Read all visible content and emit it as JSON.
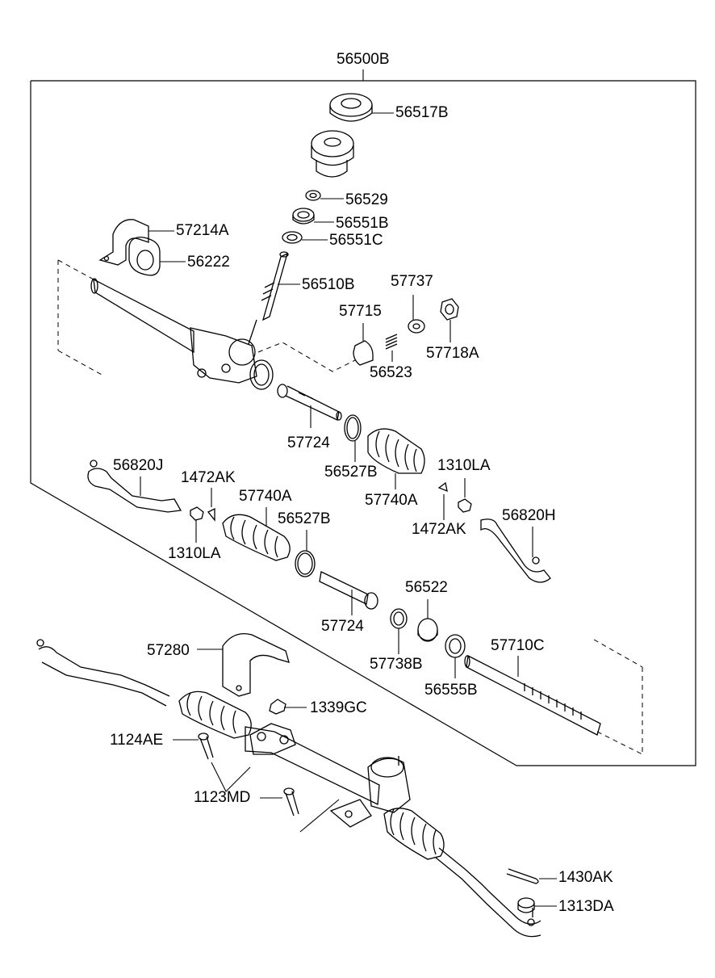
{
  "labels": {
    "assembly": "56500B",
    "p56517B": "56517B",
    "p56529": "56529",
    "p56551B": "56551B",
    "p56551C": "56551C",
    "p57214A": "57214A",
    "p56222": "56222",
    "p56510B": "56510B",
    "p57737": "57737",
    "p57715": "57715",
    "p57718A": "57718A",
    "p56523": "56523",
    "p57724a": "57724",
    "p56527Ba": "56527B",
    "p57740Aa": "57740A",
    "p1310LAa": "1310LA",
    "p56820J": "56820J",
    "p1472AKa": "1472AK",
    "p57740Ab": "57740A",
    "p56527Bb": "56527B",
    "p1310LAb": "1310LA",
    "p1472AKb": "1472AK",
    "p56820H": "56820H",
    "p56522": "56522",
    "p57724b": "57724",
    "p57738B": "57738B",
    "p57710C": "57710C",
    "p56555B": "56555B",
    "p57280": "57280",
    "p1339GC": "1339GC",
    "p1124AE": "1124AE",
    "p1123MD": "1123MD",
    "p1430AK": "1430AK",
    "p1313DA": "1313DA"
  }
}
